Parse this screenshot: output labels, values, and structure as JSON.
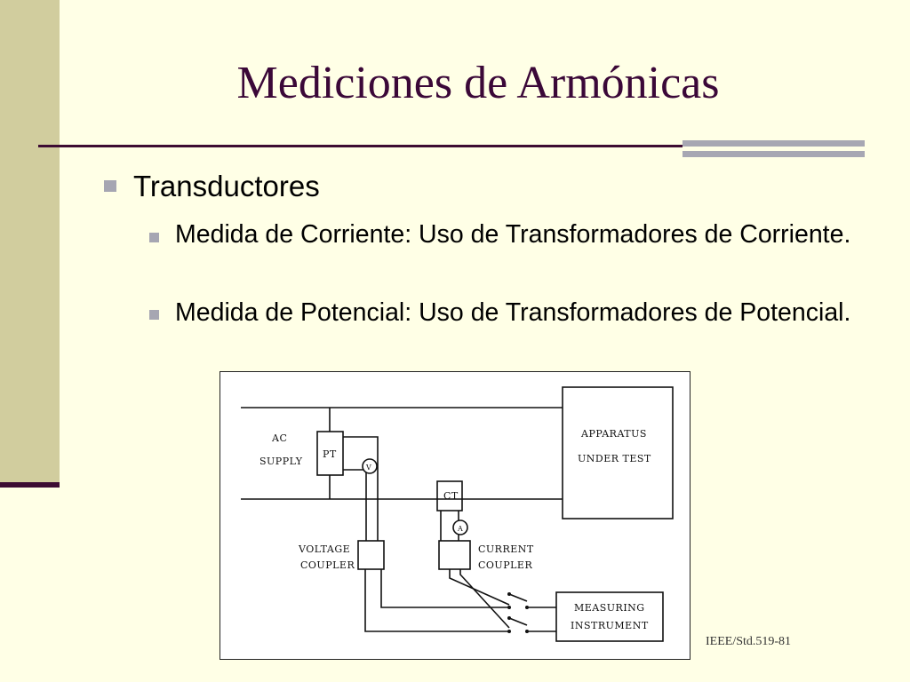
{
  "slide": {
    "title": "Mediciones de Armónicas",
    "bullet": "Transductores",
    "subbullets": [
      "Medida de Corriente: Uso de Transformadores de Corriente.",
      "Medida de Potencial: Uso de Transformadores de Potencial."
    ],
    "citation": "IEEE/Std.519-81"
  },
  "diagram": {
    "ac": "AC",
    "supply": "SUPPLY",
    "pt": "PT",
    "v": "V",
    "ct": "CT",
    "a": "A",
    "apparatus": "APPARATUS",
    "under_test": "UNDER TEST",
    "voltage": "VOLTAGE",
    "coupler_v": "COUPLER",
    "current": "CURRENT",
    "coupler_c": "COUPLER",
    "measuring": "MEASURING",
    "instrument": "INSTRUMENT"
  },
  "colors": {
    "background": "#ffffe6",
    "title": "#3b0838",
    "sideband": "#d1cd9e",
    "accent": "#3d0c33",
    "bullet": "#a6a6b2"
  }
}
